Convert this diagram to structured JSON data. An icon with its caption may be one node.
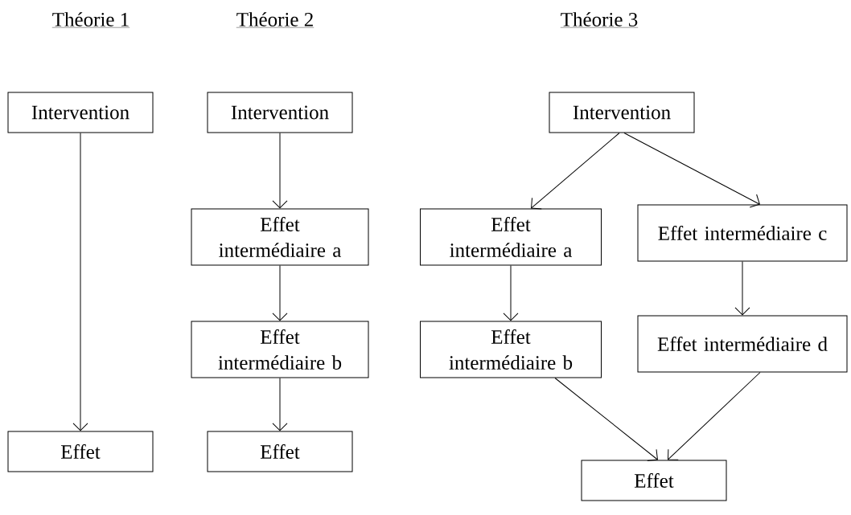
{
  "diagram": {
    "nodes": [
      {
        "text": [
          "Intervention"
        ]
      },
      {
        "text": [
          "Effet"
        ]
      },
      {
        "text": [
          "Intervention"
        ]
      },
      {
        "text": [
          "Effet intermédiaire a"
        ]
      },
      {
        "text": [
          "Effet intermédiaire b"
        ]
      },
      {
        "text": [
          "Effet"
        ]
      },
      {
        "text": [
          "Intervention"
        ]
      },
      {
        "text": [
          "Effet intermédiaire a"
        ]
      },
      {
        "text": [
          "Effet intermédiaire c"
        ]
      },
      {
        "text": [
          "Effet intermédiaire b"
        ]
      },
      {
        "text": [
          "Effet intermédiaire d"
        ]
      },
      {
        "text": [
          "Effet"
        ]
      }
    ],
    "edges": [
      {
        "from": 0,
        "to": 1,
        "arrow": "to"
      },
      {
        "from": 2,
        "to": 3,
        "arrow": "to"
      },
      {
        "from": 3,
        "to": 4,
        "arrow": "to"
      },
      {
        "from": 4,
        "to": 5,
        "arrow": "to"
      },
      {
        "from": 6,
        "to": 7,
        "arrow": "to"
      },
      {
        "from": 6,
        "to": 8,
        "arrow": "to"
      },
      {
        "from": 7,
        "to": 9,
        "arrow": "to"
      },
      {
        "from": 8,
        "to": 10,
        "arrow": "to"
      },
      {
        "from": 9,
        "to": 11,
        "arrow": "to"
      },
      {
        "from": 10,
        "to": 11,
        "arrow": "to"
      }
    ],
    "labels": [
      "Théorie 1",
      "Théorie 2",
      "Théorie 3"
    ]
  }
}
